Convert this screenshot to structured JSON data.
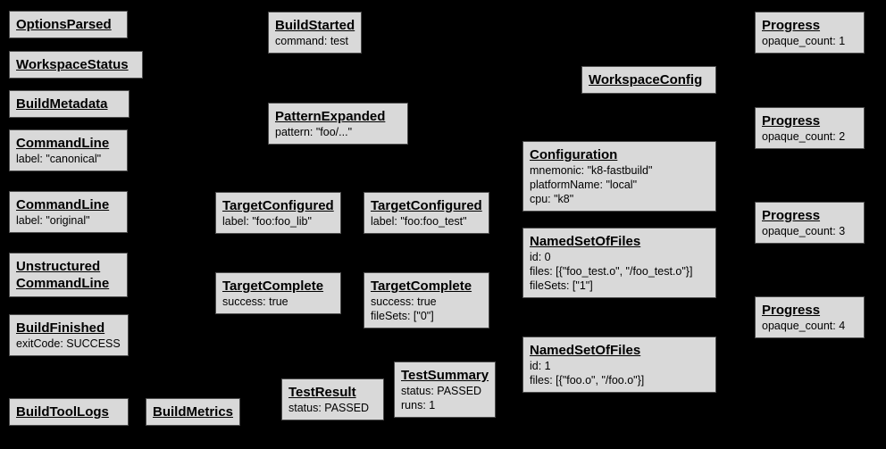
{
  "diagram": {
    "description": "Bazel Build Event Protocol event graph",
    "colors": {
      "background": "#000000",
      "box_fill": "#d9d9d9",
      "box_border": "#4d4d4d",
      "text": "#000000"
    },
    "boxes": [
      {
        "title": "OptionsParsed",
        "attrs": []
      },
      {
        "title": "WorkspaceStatus",
        "attrs": []
      },
      {
        "title": "BuildMetadata",
        "attrs": []
      },
      {
        "title": "CommandLine",
        "attrs": [
          "label: \"canonical\""
        ]
      },
      {
        "title": "CommandLine",
        "attrs": [
          "label: \"original\""
        ]
      },
      {
        "title_lines": [
          "Unstructured",
          "CommandLine"
        ],
        "attrs": []
      },
      {
        "title": "BuildFinished",
        "attrs": [
          "exitCode: SUCCESS"
        ]
      },
      {
        "title": "BuildToolLogs",
        "attrs": []
      },
      {
        "title": "BuildMetrics",
        "attrs": []
      },
      {
        "title": "BuildStarted",
        "attrs": [
          "command: test"
        ]
      },
      {
        "title": "PatternExpanded",
        "attrs": [
          "pattern: \"foo/...\""
        ]
      },
      {
        "title": "TargetConfigured",
        "attrs": [
          "label: \"foo:foo_lib\""
        ]
      },
      {
        "title": "TargetConfigured",
        "attrs": [
          "label: \"foo:foo_test\""
        ]
      },
      {
        "title": "TargetComplete",
        "attrs": [
          "success: true"
        ]
      },
      {
        "title": "TargetComplete",
        "attrs": [
          "success: true",
          "fileSets: [\"0\"]"
        ]
      },
      {
        "title": "TestResult",
        "attrs": [
          "status: PASSED"
        ]
      },
      {
        "title": "TestSummary",
        "attrs": [
          "status: PASSED",
          "runs: 1"
        ]
      },
      {
        "title": "WorkspaceConfig",
        "attrs": []
      },
      {
        "title": "Configuration",
        "attrs": [
          "mnemonic: \"k8-fastbuild\"",
          "platformName: \"local\"",
          "cpu: \"k8\""
        ]
      },
      {
        "title": "NamedSetOfFiles",
        "attrs": [
          "id: 0",
          "files: [{\"foo_test.o\", \"/foo_test.o\"}]",
          "fileSets: [\"1\"]"
        ]
      },
      {
        "title": "NamedSetOfFiles",
        "attrs": [
          "id: 1",
          "files: [{\"foo.o\", \"/foo.o\"}]"
        ]
      },
      {
        "title": "Progress",
        "attrs": [
          "opaque_count: 1"
        ]
      },
      {
        "title": "Progress",
        "attrs": [
          "opaque_count: 2"
        ]
      },
      {
        "title": "Progress",
        "attrs": [
          "opaque_count: 3"
        ]
      },
      {
        "title": "Progress",
        "attrs": [
          "opaque_count: 4"
        ]
      }
    ]
  }
}
